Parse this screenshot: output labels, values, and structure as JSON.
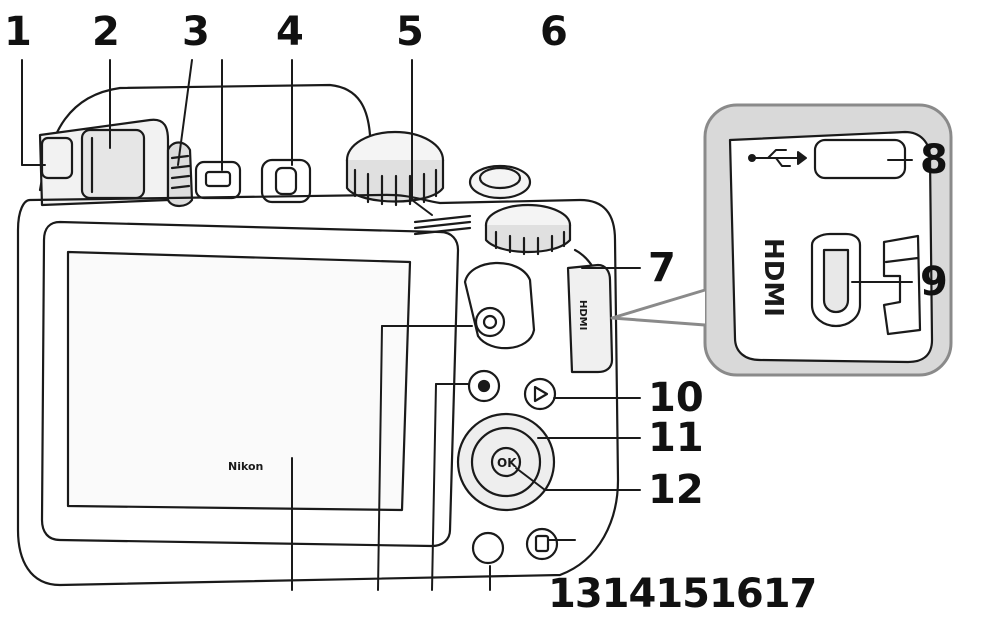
{
  "callouts": [
    {
      "id": "1",
      "text": "1"
    },
    {
      "id": "2",
      "text": "2"
    },
    {
      "id": "3",
      "text": "3"
    },
    {
      "id": "4",
      "text": "4"
    },
    {
      "id": "5",
      "text": "5"
    },
    {
      "id": "6",
      "text": "6"
    },
    {
      "id": "7",
      "text": "7"
    },
    {
      "id": "8",
      "text": "8"
    },
    {
      "id": "9",
      "text": "9"
    },
    {
      "id": "10",
      "text": "10"
    },
    {
      "id": "11",
      "text": "11"
    },
    {
      "id": "12",
      "text": "12"
    }
  ],
  "bottom_callouts": [
    "13",
    "14",
    "15",
    "16",
    "17"
  ],
  "port_labels": {
    "hdmi": "HDMI",
    "usb_symbol": "USB"
  },
  "brand": "Nikon",
  "colors": {
    "line": "#1a1a1a",
    "inset_frame": "#8a8a8a",
    "paper": "#ffffff",
    "shade": "#d9d9d9"
  }
}
